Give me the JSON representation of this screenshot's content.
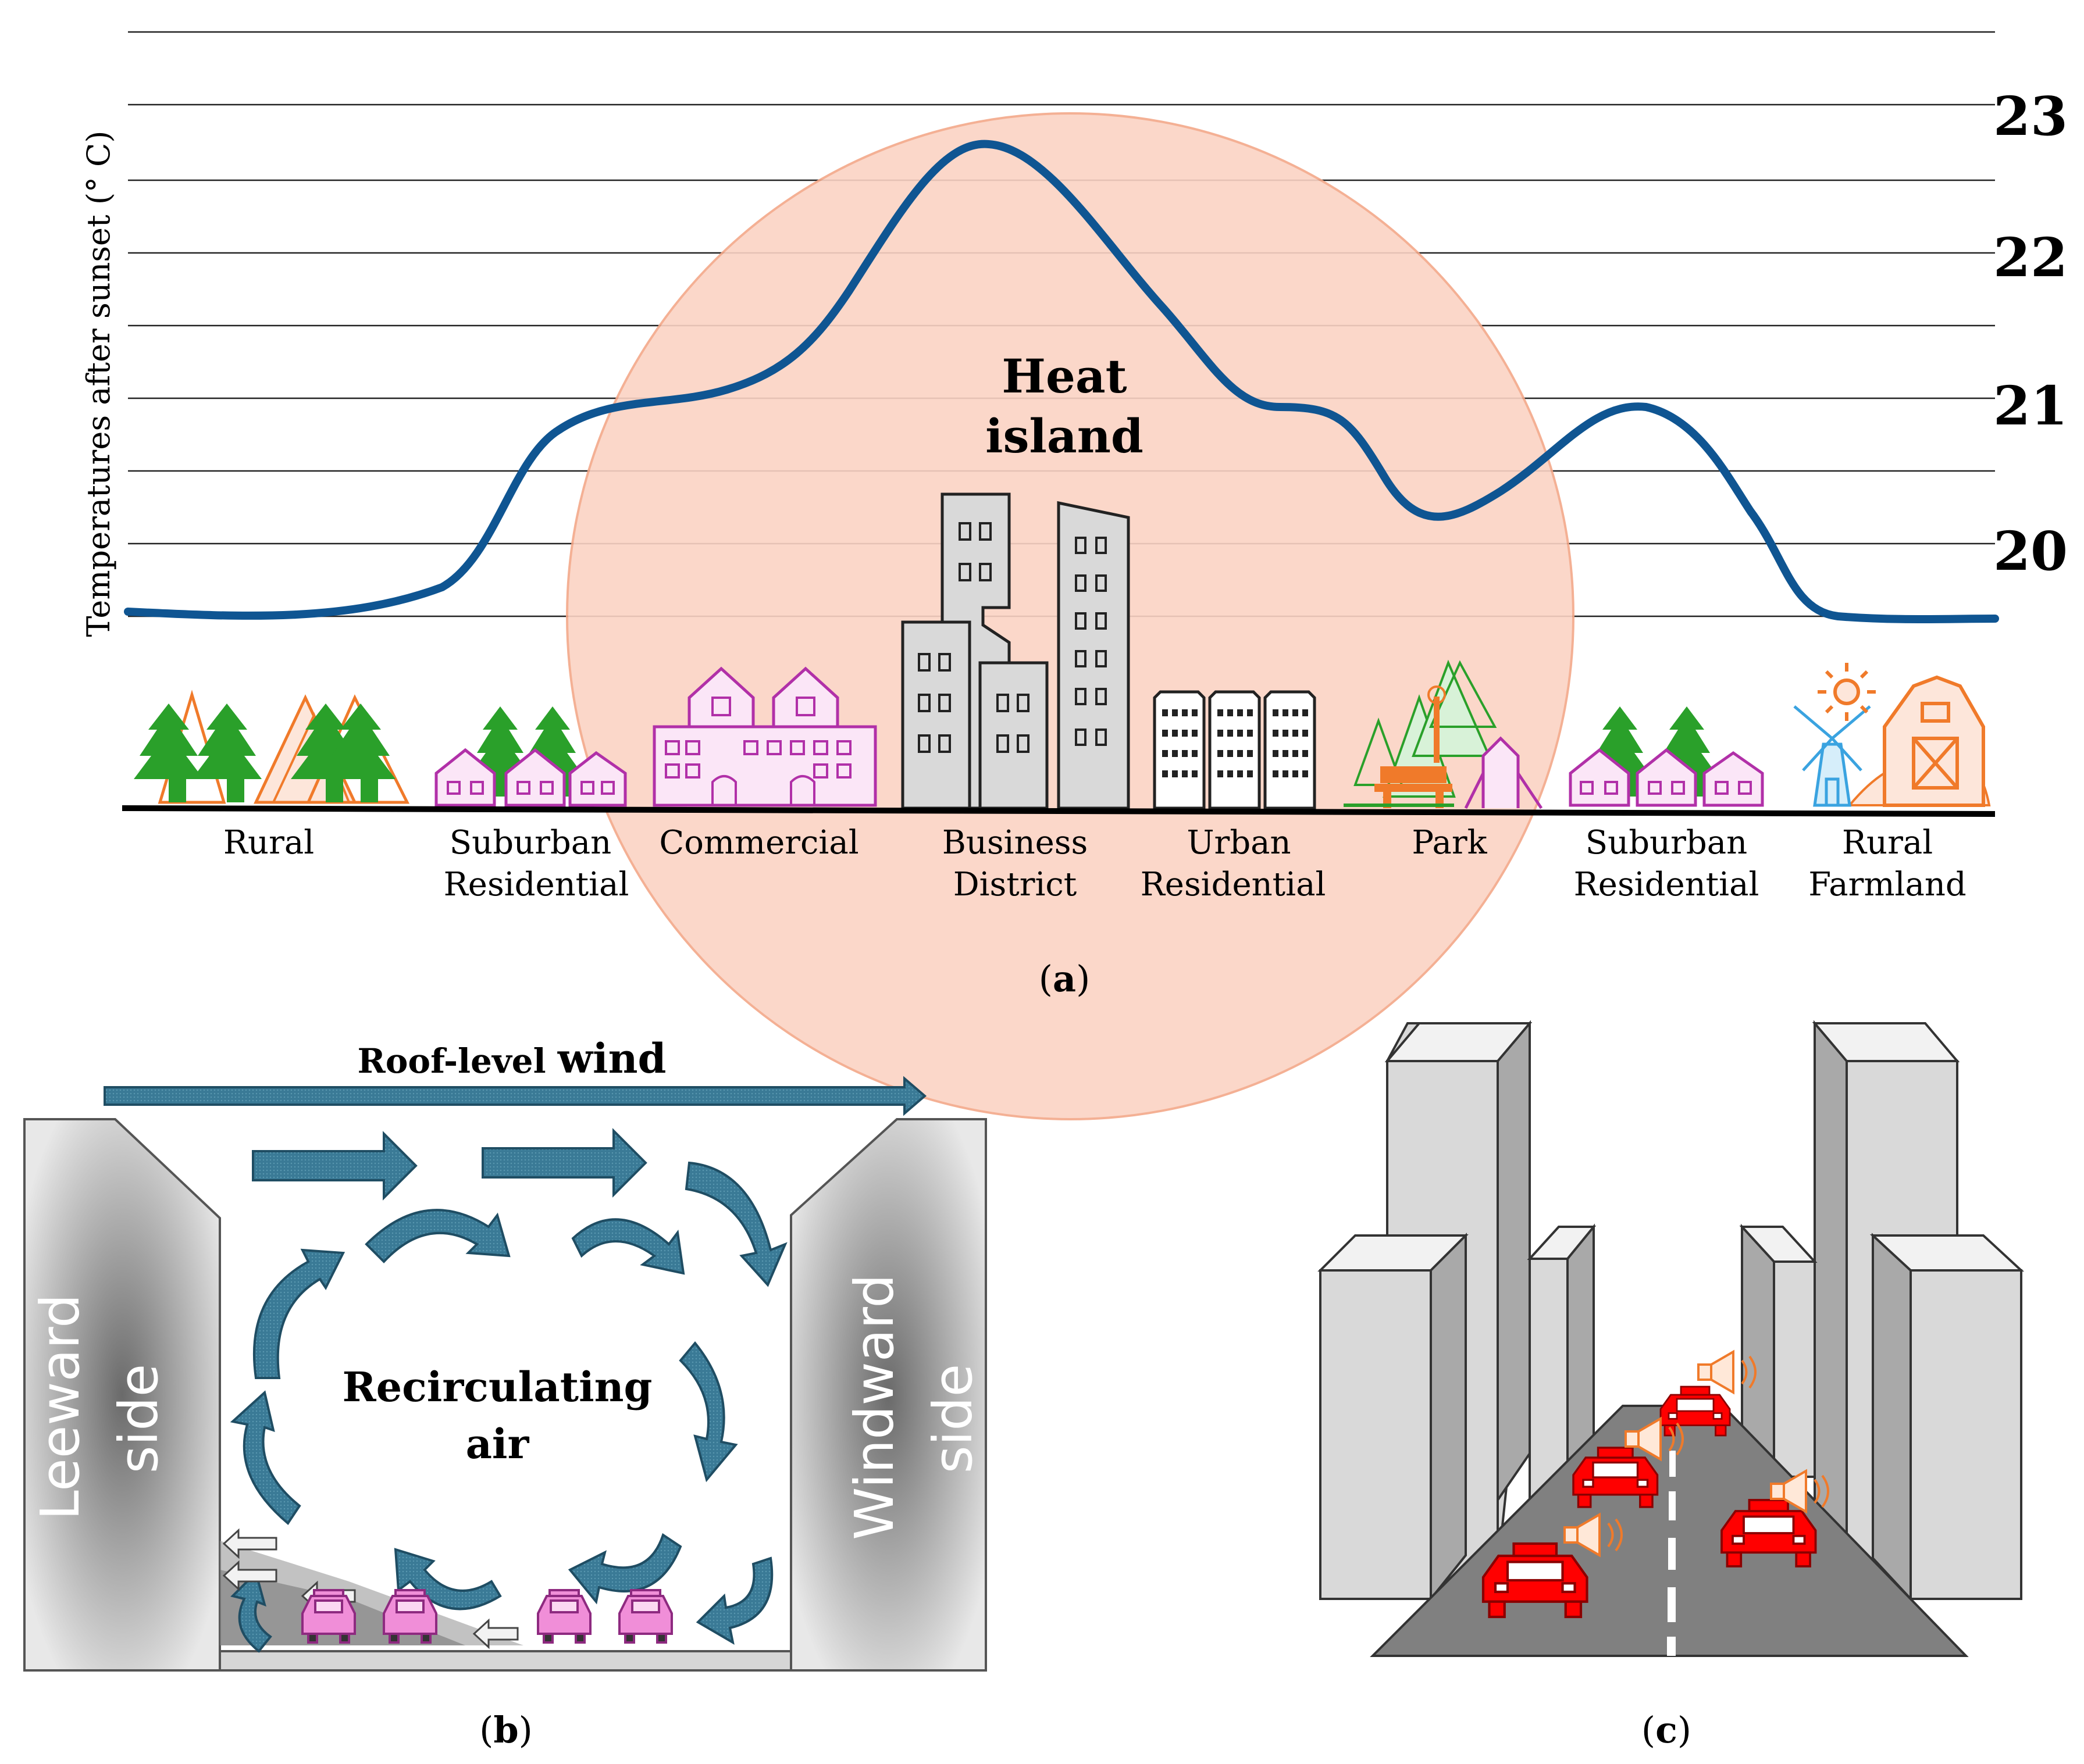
{
  "panel_a": {
    "y_axis_label": "Temperatures after sunset (° C)",
    "ticks": [
      "23",
      "22",
      "21",
      "20"
    ],
    "heat_island_line1": "Heat",
    "heat_island_line2": "island",
    "zones": [
      {
        "line1": "Rural",
        "line2": ""
      },
      {
        "line1": "Suburban",
        "line2": "Residential"
      },
      {
        "line1": "Commercial",
        "line2": ""
      },
      {
        "line1": "Business",
        "line2": "District"
      },
      {
        "line1": "Urban",
        "line2": "Residential"
      },
      {
        "line1": "Park",
        "line2": ""
      },
      {
        "line1": "Suburban",
        "line2": "Residential"
      },
      {
        "line1": "Rural",
        "line2": "Farmland"
      }
    ],
    "caption_open": "(",
    "caption_letter": "a",
    "caption_close": ")",
    "colors": {
      "curve": "#0f5592",
      "heat_circle": "#fbd3c4",
      "ground": "#000000"
    }
  },
  "panel_b": {
    "title_prefix": "Roof-level ",
    "title_word": "wind",
    "left_building_line1": "Leeward",
    "left_building_line2": "side",
    "right_building_line1": "Windward",
    "right_building_line2": "side",
    "center_line1": "Recirculating",
    "center_line2": "air",
    "caption_open": "(",
    "caption_letter": "b",
    "caption_close": ")",
    "colors": {
      "arrow": "#2f6f8c",
      "car": "#f08ed8"
    }
  },
  "panel_c": {
    "caption_open": "(",
    "caption_letter": "c",
    "caption_close": ")",
    "colors": {
      "building": "#d9d9d9",
      "road": "#808080",
      "car": "#ff0000"
    }
  }
}
